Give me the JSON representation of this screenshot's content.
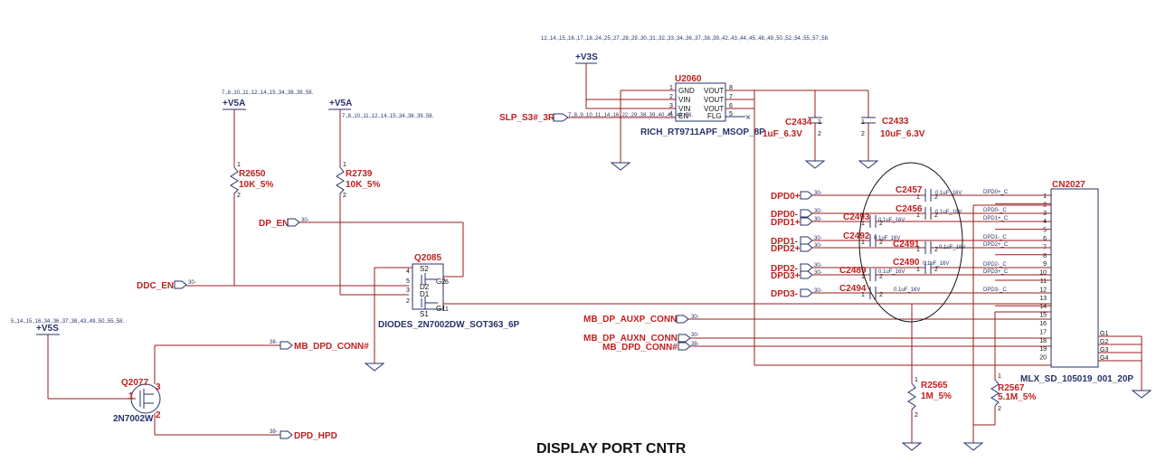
{
  "title": "DISPLAY PORT  CNTR",
  "power": {
    "v3s": "+V3S",
    "v5a_1": "+V5A",
    "v5a_2": "+V5A",
    "v5s": "+V5S"
  },
  "page_refs": {
    "v3s": "12.,14.,15.,16.,17.,18.,24.,25.,27.,28.,29.,30.,31.,32.,33.,34.,36.,37.,38.,39.,42.,43.,44.,45.,48.,49.,50.,52.,54.,55.,57.,58.",
    "v5a_1": "7.,8.,10.,11.,12.,14.,15.,34.,38.,39.,58.",
    "v5a_2": "7.,8.,10.,11.,12.,14.,15.,34.,38.,39.,58.",
    "v5s": "5.,14.,15.,16.,34.,36.,37.,38.,43.,49.,50.,55.,58.",
    "slp": "7.,8.,9.,10.,11.,14.,16.,22.,29.,38.,39.,40.,41.,43.,58.",
    "ref30": "30-",
    "ref38": "38-"
  },
  "u2060": {
    "ref": "U2060",
    "part": "RICH_RT9711APF_MSOP_8P",
    "left_pins": [
      {
        "num": "1",
        "name": "GND"
      },
      {
        "num": "2",
        "name": "VIN"
      },
      {
        "num": "3",
        "name": "VIN"
      },
      {
        "num": "4",
        "name": "EN"
      }
    ],
    "right_pins": [
      {
        "num": "8",
        "name": "VOUT"
      },
      {
        "num": "7",
        "name": "VOUT"
      },
      {
        "num": "6",
        "name": "VOUT"
      },
      {
        "num": "5",
        "name": "FLG"
      }
    ]
  },
  "caps_power": [
    {
      "ref": "C2434",
      "value": "1uF_6.3V"
    },
    {
      "ref": "C2433",
      "value": "10uF_6.3V"
    }
  ],
  "resistors": [
    {
      "ref": "R2650",
      "value": "10K_5%"
    },
    {
      "ref": "R2739",
      "value": "10K_5%"
    },
    {
      "ref": "R2565",
      "value": "1M_5%"
    },
    {
      "ref": "R2567",
      "value": "5.1M_5%"
    }
  ],
  "nets": {
    "slp": "SLP_S3#_3R",
    "dp_en": "DP_EN",
    "ddc_en": "DDC_EN",
    "mb_dpd_conn_q": "MB_DPD_CONN#",
    "dpd_hpd": "DPD_HPD",
    "auxp": "MB_DP_AUXP_CONN",
    "auxn": "MB_DP_AUXN_CONN",
    "mb_dpd_conn_r": "MB_DPD_CONN#"
  },
  "q2085": {
    "ref": "Q2085",
    "part": "DIODES_2N7002DW_SOT363_6P",
    "labels": [
      "S2",
      "G2",
      "D2",
      "D1",
      "G1",
      "S1"
    ],
    "pins": [
      "4",
      "5",
      "6",
      "3",
      "2",
      "1"
    ]
  },
  "q2077": {
    "ref": "Q2077",
    "part": "2N7002W",
    "pins": [
      "1",
      "3",
      "2"
    ]
  },
  "dp_inputs": [
    "DPD0+",
    "DPD0-",
    "DPD1+",
    "DPD1-",
    "DPD2+",
    "DPD2-",
    "DPD3+",
    "DPD3-"
  ],
  "dp_caps": [
    {
      "ref": "C2457",
      "value": "0.1uF_16V"
    },
    {
      "ref": "C2456",
      "value": "0.1uF_16V"
    },
    {
      "ref": "C2493",
      "value": "0.1uF_16V"
    },
    {
      "ref": "C2492",
      "value": "0.1uF_16V"
    },
    {
      "ref": "C2491",
      "value": "0.1uF_16V"
    },
    {
      "ref": "C2490",
      "value": "0.1uF_16V"
    },
    {
      "ref": "C2489",
      "value": "0.1uF_16V"
    },
    {
      "ref": "C2494",
      "value": "0.1uF_16V"
    }
  ],
  "dp_outputs": [
    "DPD0+_C",
    "DPD0-_C",
    "DPD1+_C",
    "DPD1-_C",
    "DPD2+_C",
    "DPD2-_C",
    "DPD3+_C",
    "DPD3-_C"
  ],
  "cn2027": {
    "ref": "CN2027",
    "part": "MLX_SD_105019_001_20P",
    "pins": [
      "1",
      "2",
      "3",
      "4",
      "5",
      "6",
      "7",
      "8",
      "9",
      "10",
      "11",
      "12",
      "13",
      "14",
      "15",
      "16",
      "17",
      "18",
      "19",
      "20"
    ],
    "gnd_pins": [
      "G1",
      "G2",
      "G3",
      "G4"
    ]
  },
  "pin_marks": {
    "one": "1",
    "two": "2"
  }
}
